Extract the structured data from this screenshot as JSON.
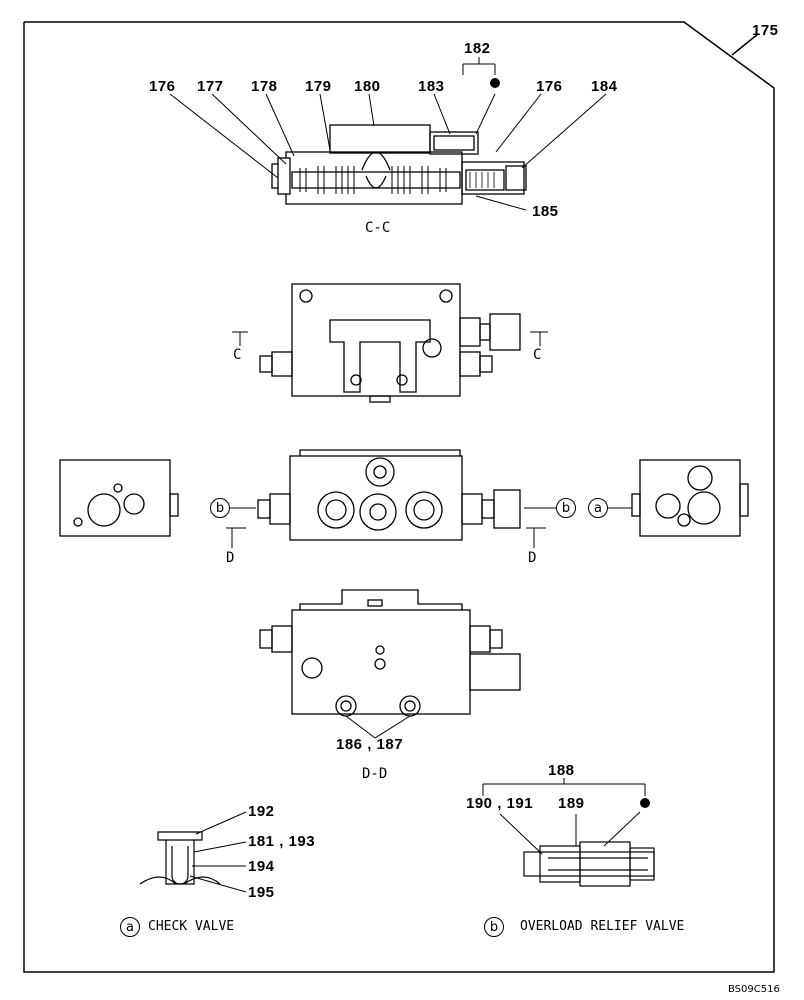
{
  "frame_callout": "175",
  "drawing_code": "BS09C516",
  "cc_view": {
    "group_182": "182",
    "labels": [
      "176",
      "177",
      "178",
      "179",
      "180",
      "183",
      "176",
      "184",
      "185"
    ],
    "section_caption": "C-C"
  },
  "top_view": {
    "section_marker": "C"
  },
  "middle_view": {
    "left_marker": "b",
    "right_marker_b": "b",
    "right_marker_a": "a",
    "section_marker": "D"
  },
  "dd_view": {
    "label": "186 , 187",
    "section_caption": "D-D"
  },
  "check_valve": {
    "labels": [
      "192",
      "181 , 193",
      "194",
      "195"
    ],
    "marker": "a",
    "caption": "CHECK VALVE"
  },
  "relief_valve": {
    "group_188": "188",
    "labels": [
      "190 , 191",
      "189"
    ],
    "marker": "b",
    "caption": "OVERLOAD RELIEF VALVE"
  }
}
